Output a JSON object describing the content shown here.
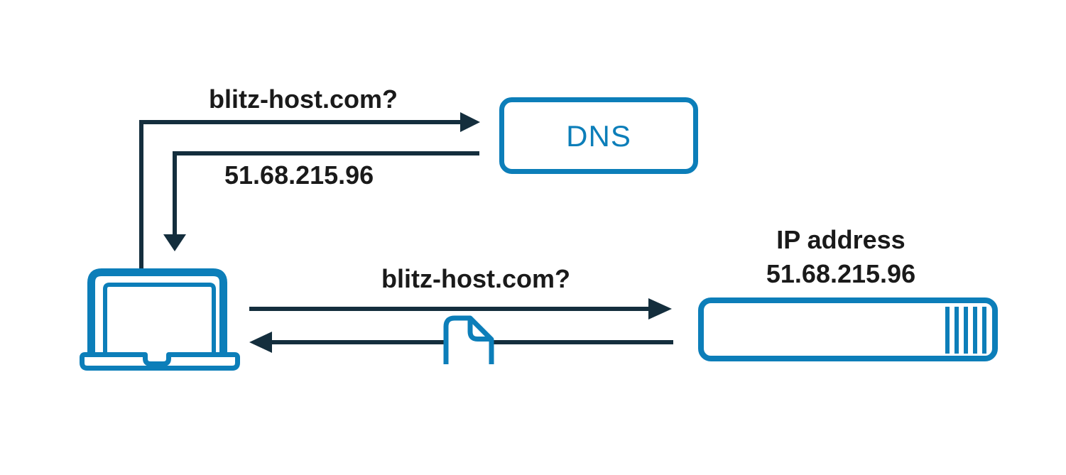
{
  "colors": {
    "accent_blue": "#0c7eb9",
    "arrow_dark": "#142e3d",
    "text_dark": "#1a1a1a",
    "background": "#ffffff"
  },
  "nodes": {
    "client": {
      "icon": "laptop-icon"
    },
    "dns_server": {
      "label": "DNS"
    },
    "web_server": {
      "icon": "server-icon",
      "caption_title": "IP address",
      "caption_ip": "51.68.215.96"
    }
  },
  "messages": {
    "dns_query": "blitz-host.com?",
    "dns_response": "51.68.215.96",
    "server_request": "blitz-host.com?",
    "server_response_payload": "document-icon"
  }
}
